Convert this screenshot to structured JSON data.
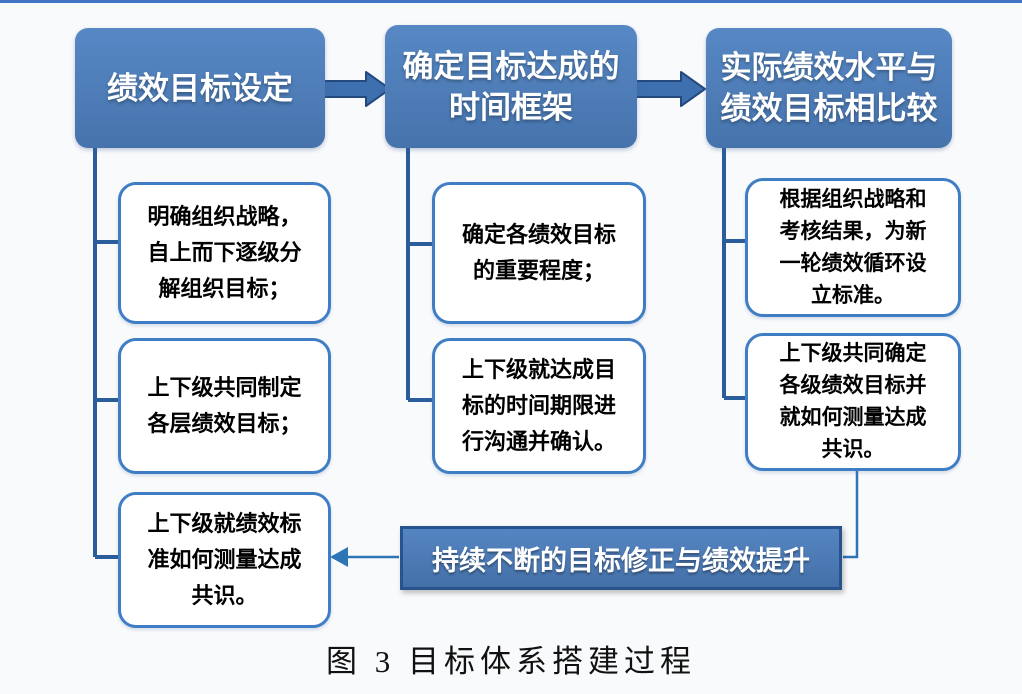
{
  "colors": {
    "page_bg": "#f9fafc",
    "strip_blue": "#4472c4",
    "header_top": "#5788c5",
    "header_bottom": "#4673ac",
    "box_border": "#3f7dc4",
    "connector_dark": "#2b5c9b",
    "connector_blue": "#2e75b6",
    "arrow_fill": "#3e6fae",
    "arrow_stroke": "#24497e",
    "bar_top": "#5585c2",
    "bar_bottom": "#4470a8",
    "bar_border": "#27548c",
    "text_dark": "#000000",
    "text_light": "#ffffff"
  },
  "diagram": {
    "stages": [
      {
        "title": "绩效目标设定"
      },
      {
        "title": "确定目标达成的\n时间框架"
      },
      {
        "title": "实际绩效水平与\n绩效目标相比较"
      }
    ],
    "steps": {
      "col1": [
        "明确组织战略，\n自上而下逐级分\n解组织目标；",
        "上下级共同制定\n各层绩效目标；",
        "上下级就绩效标\n准如何测量达成\n共识。"
      ],
      "col2": [
        "确定各绩效目标\n的重要程度；",
        "上下级就达成目\n标的时间期限进\n行沟通并确认。"
      ],
      "col3": [
        "根据组织战略和\n考核结果，为新\n一轮绩效循环设\n立标准。",
        "上下级共同确定\n各级绩效目标并\n就如何测量达成\n共识。"
      ]
    },
    "feedback_bar": "持续不断的目标修正与绩效提升",
    "caption": "图 3 目标体系搭建过程"
  }
}
